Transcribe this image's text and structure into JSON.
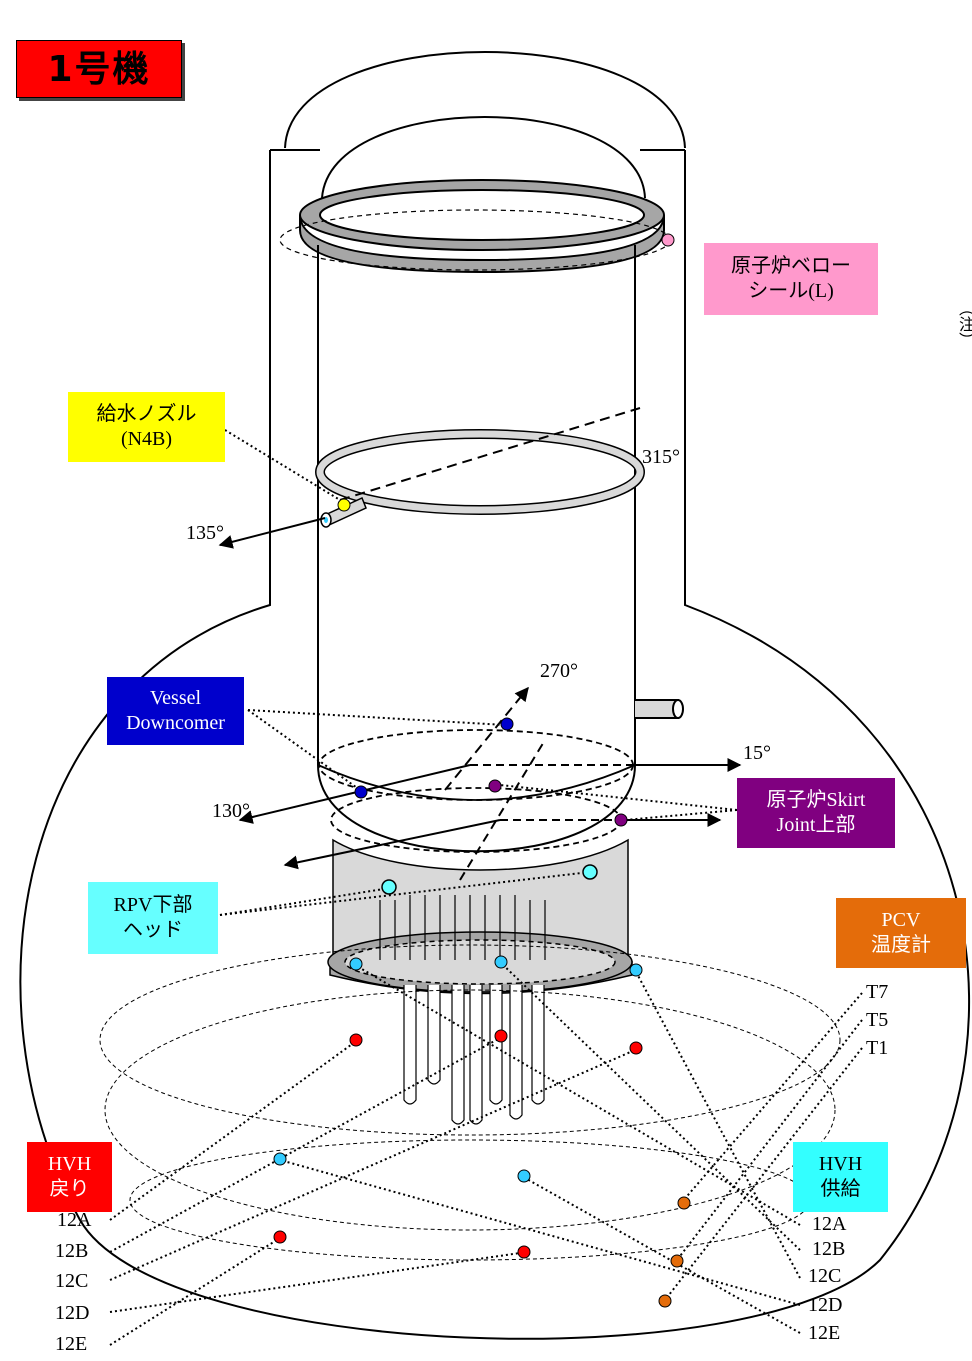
{
  "unit_title": "1号機",
  "labels": {
    "bellows_seal": [
      "原子炉ベロー",
      "シール(L)"
    ],
    "feedwater_nozzle": [
      "給水ノズル",
      "(N4B)"
    ],
    "vessel_downcomer": [
      "Vessel",
      "Downcomer"
    ],
    "skirt_joint": [
      "原子炉Skirt",
      "Joint上部"
    ],
    "rpv_lower_head": [
      "RPV下部",
      "ヘッド"
    ],
    "pcv_thermometer": [
      "PCV",
      "温度計"
    ],
    "hvh_return": [
      "HVH",
      "戻り"
    ],
    "hvh_supply": [
      "HVH",
      "供給"
    ]
  },
  "angles": {
    "a315": "315°",
    "a135": "135°",
    "a270": "270°",
    "a15": "15°",
    "a130": "130°"
  },
  "pcv_sensors": [
    "T7",
    "T5",
    "T1"
  ],
  "hvh_return_ids": [
    "12A",
    "12B",
    "12C",
    "12D",
    "12E"
  ],
  "hvh_supply_ids": [
    "12A",
    "12B",
    "12C",
    "12D",
    "12E"
  ],
  "side_note": "（注）",
  "colors": {
    "unit_title_bg": "#ff0000",
    "bellows_bg": "#ff99cc",
    "feedwater_bg": "#ffff00",
    "downcomer_bg": "#0000cc",
    "skirt_bg": "#800080",
    "rpv_head_bg": "#66ffff",
    "pcv_bg": "#e46c0a",
    "hvh_return_bg": "#ff0000",
    "hvh_supply_bg": "#33ffff",
    "flange": "#a6a6a6",
    "skirt_fill": "#d9d9d9",
    "point_pink": "#ff99cc",
    "point_yellow": "#ffff00",
    "point_blue": "#0000cc",
    "point_purple": "#800080",
    "point_cyan": "#33ccff",
    "point_red": "#ff0000",
    "point_orange": "#e46c0a"
  }
}
